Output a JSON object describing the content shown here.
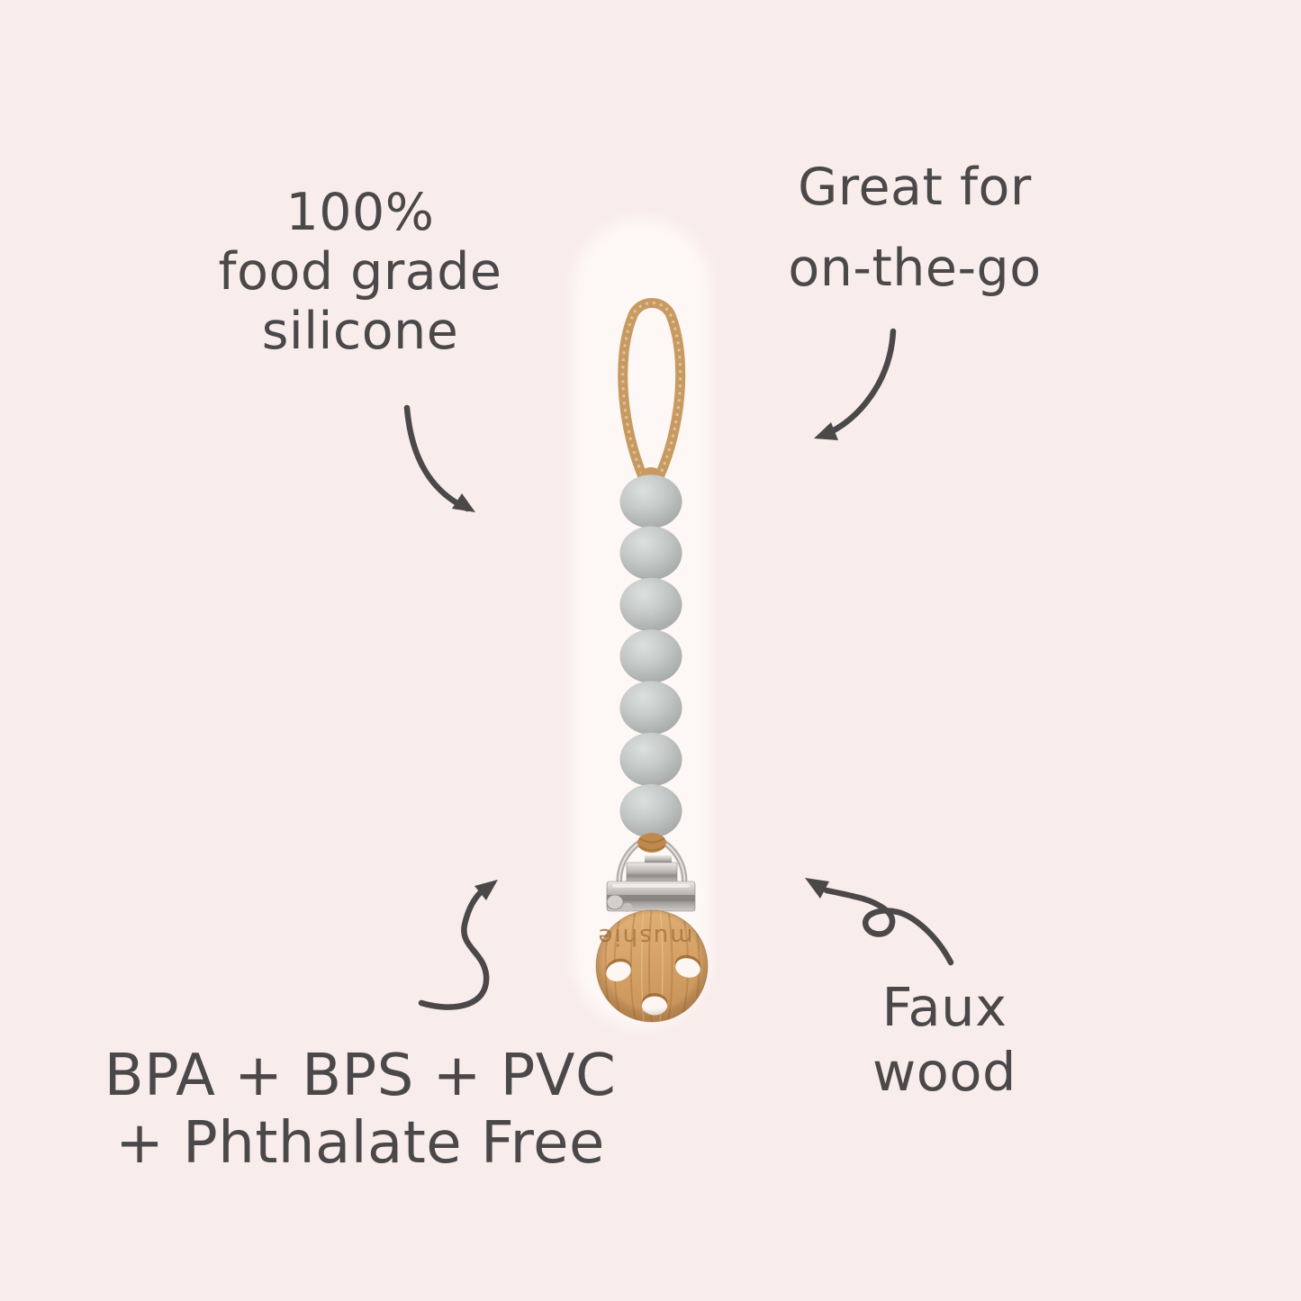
{
  "canvas": {
    "background_color": "#f9edec",
    "ink_color": "#4a4848"
  },
  "annotations": {
    "top_left": {
      "lines": [
        "100%",
        "food grade",
        "silicone"
      ]
    },
    "top_right": {
      "lines": [
        "Great for",
        "on-the-go"
      ]
    },
    "bottom_left": {
      "lines": [
        "BPA + BPS + PVC",
        "+ Phthalate Free"
      ]
    },
    "bottom_right": {
      "lines": [
        "Faux",
        "wood"
      ]
    }
  },
  "product": {
    "type": "pacifier clip with silicone bead strand and faux wood clip",
    "brand_engraving": "mushie",
    "bead_count": 7,
    "colors": {
      "cord": "#c79a62",
      "cord_dark": "#a9773d",
      "bead_highlight": "#dde0df",
      "bead_mid": "#c6cac9",
      "bead_shadow": "#a2a6a5",
      "wood_light": "#e2b37a",
      "wood_dark": "#c9945a",
      "wood_grain": "#9b6937",
      "metal_light": "#ece9e6",
      "metal_dark": "#8f8c89",
      "hole": "#fdf6f3"
    }
  }
}
